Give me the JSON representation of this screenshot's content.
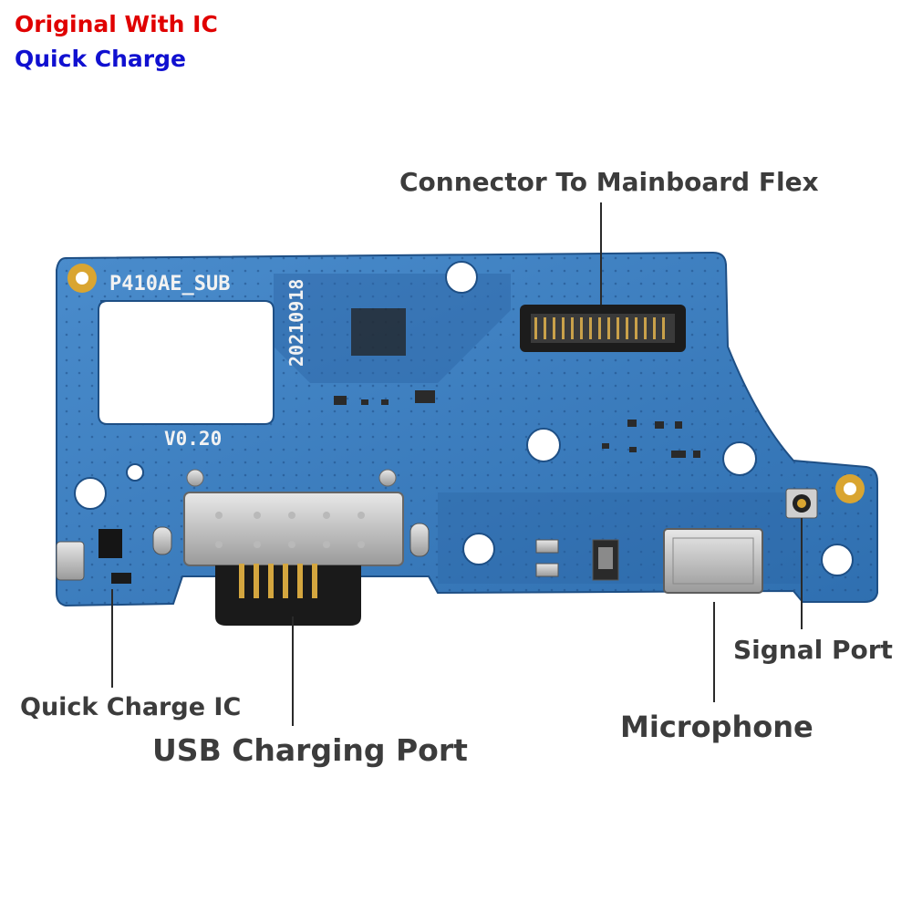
{
  "header": {
    "line1": "Original With IC",
    "line1_color": "#e00000",
    "line2": "Quick Charge",
    "line2_color": "#1010d0"
  },
  "board": {
    "silkscreen_model": "P410AE_SUB",
    "silkscreen_date": "20210918",
    "silkscreen_version": "V0.20",
    "pcb_color": "#3f7fc0"
  },
  "labels": {
    "connector": "Connector To Mainboard Flex",
    "quick_charge_ic": "Quick Charge IC",
    "usb_port": "USB Charging Port",
    "microphone": "Microphone",
    "signal_port": "Signal Port"
  }
}
